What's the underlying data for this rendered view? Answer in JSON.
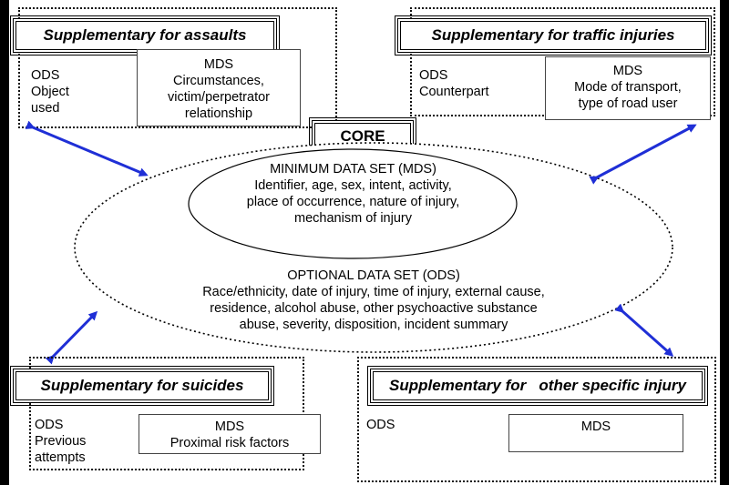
{
  "core": {
    "label": "CORE",
    "mds_title": "MINIMUM DATA SET (MDS)",
    "mds_lines": [
      "Identifier, age, sex, intent, activity,",
      "place of occurrence, nature of injury,",
      "mechanism of injury"
    ],
    "ods_title": "OPTIONAL DATA SET (ODS)",
    "ods_lines": [
      "Race/ethnicity, date of injury, time of injury, external cause,",
      "residence, alcohol abuse, other psychoactive substance",
      "abuse, severity, disposition, incident summary"
    ]
  },
  "assaults": {
    "title": "Supplementary for assaults",
    "ods_lines": [
      "ODS",
      "Object",
      "used"
    ],
    "mds_lines": [
      "MDS",
      "Circumstances,",
      "victim/perpetrator",
      "relationship"
    ]
  },
  "traffic": {
    "title": "Supplementary for traffic injuries",
    "ods_lines": [
      "ODS",
      "Counterpart"
    ],
    "mds_lines": [
      "MDS",
      "Mode of transport,",
      "type of road user"
    ]
  },
  "suicides": {
    "title": "Supplementary for suicides",
    "ods_lines": [
      "ODS",
      "Previous",
      "attempts"
    ],
    "mds_lines": [
      "MDS",
      "Proximal risk factors"
    ]
  },
  "other": {
    "title": "Supplementary for   other specific injury",
    "ods_lines": [
      "ODS"
    ],
    "mds_lines": [
      "MDS"
    ]
  },
  "colors": {
    "arrow": "#1f2fd6",
    "frame": "#000000"
  }
}
